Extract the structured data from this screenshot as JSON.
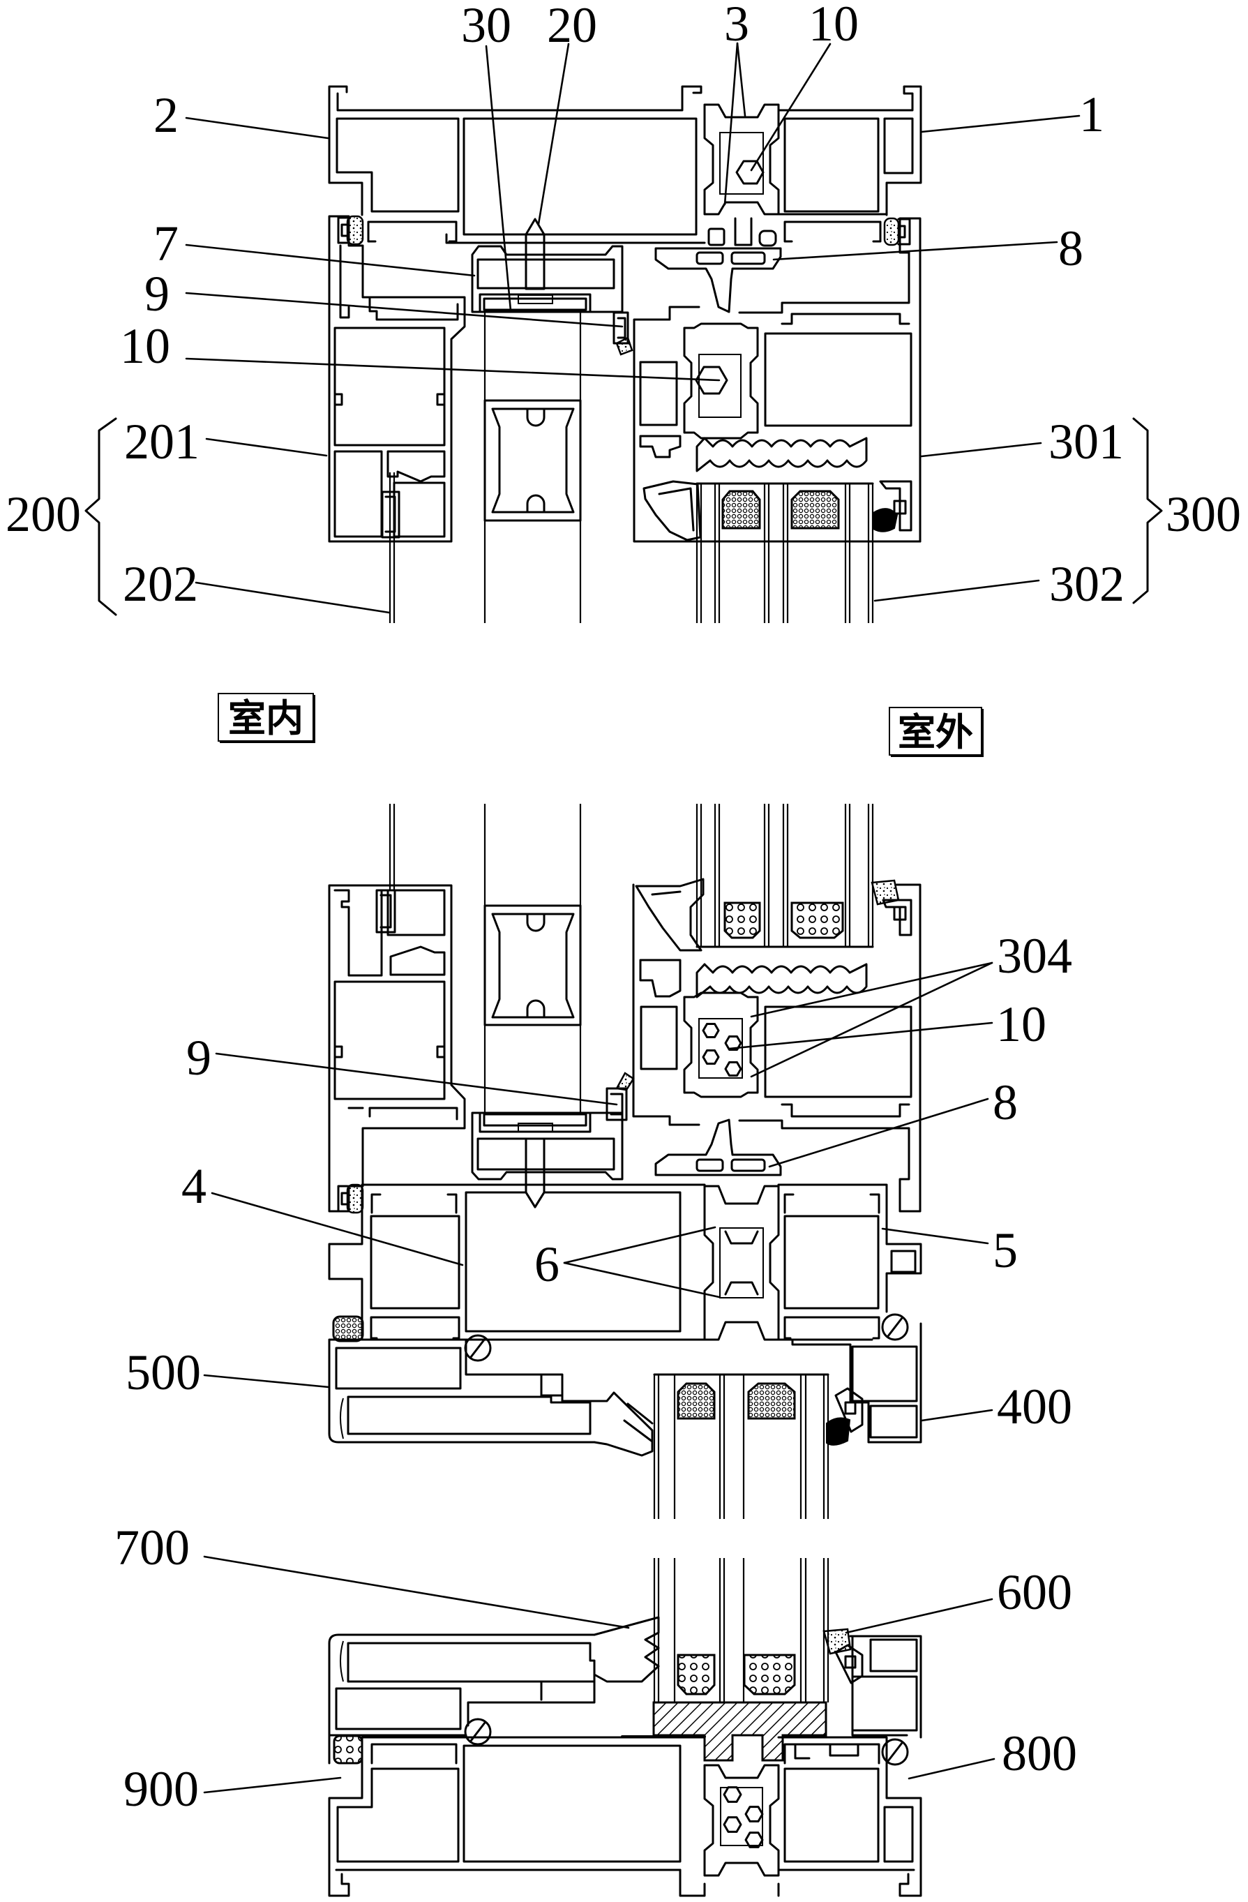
{
  "colors": {
    "line": "#000000",
    "background": "#ffffff"
  },
  "drawing": {
    "top_view": {
      "callouts": {
        "n30": "30",
        "n20": "20",
        "n3": "3",
        "n10_top": "10",
        "n2": "2",
        "n1": "1",
        "n7": "7",
        "n8": "8",
        "n9": "9",
        "n10_mid": "10",
        "n201": "201",
        "n200": "200",
        "n202": "202",
        "n301": "301",
        "n300": "300",
        "n302": "302"
      }
    },
    "side_labels": {
      "indoor": "室内",
      "outdoor": "室外"
    },
    "bottom_view": {
      "callouts": {
        "n304": "304",
        "n10": "10",
        "n9": "9",
        "n8": "8",
        "n4": "4",
        "n6": "6",
        "n5": "5",
        "n500": "500",
        "n400": "400",
        "n700": "700",
        "n600": "600",
        "n800": "800",
        "n900": "900"
      }
    }
  }
}
